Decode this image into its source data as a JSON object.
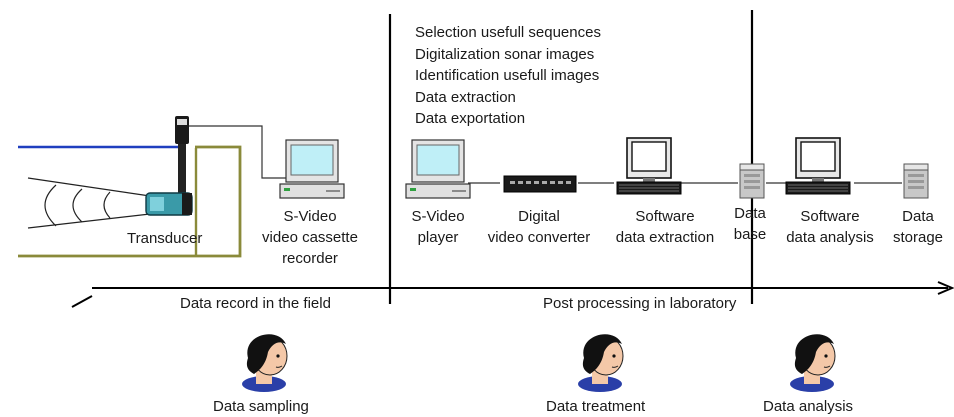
{
  "steps": [
    "Selection usefull sequences",
    "Digitalization sonar images",
    "Identification usefull images",
    "Data extraction",
    "Data exportation"
  ],
  "devices": {
    "transducer": "Transducer",
    "recorder": [
      "S-Video",
      "video cassette",
      "recorder"
    ],
    "player": [
      "S-Video",
      "player"
    ],
    "converter": [
      "Digital",
      "video converter"
    ],
    "extraction": [
      "Software",
      "data extraction"
    ],
    "database": [
      "Data",
      "base"
    ],
    "analysis": [
      "Software",
      "data analysis"
    ],
    "storage": [
      "Data",
      "storage"
    ]
  },
  "phases": {
    "field": "Data record in the field",
    "lab": "Post processing in laboratory"
  },
  "roles": {
    "sampling": "Data sampling",
    "treatment": "Data treatment",
    "analysis": "Data analysis"
  },
  "colors": {
    "water_surface": "#1f3fbf",
    "frame": "#8a8a3a",
    "monitor_screen": "#bfeff7",
    "transducer_body": "#3a9aa8",
    "person_skin": "#f4c8a8",
    "person_shirt": "#2a3fa8"
  }
}
